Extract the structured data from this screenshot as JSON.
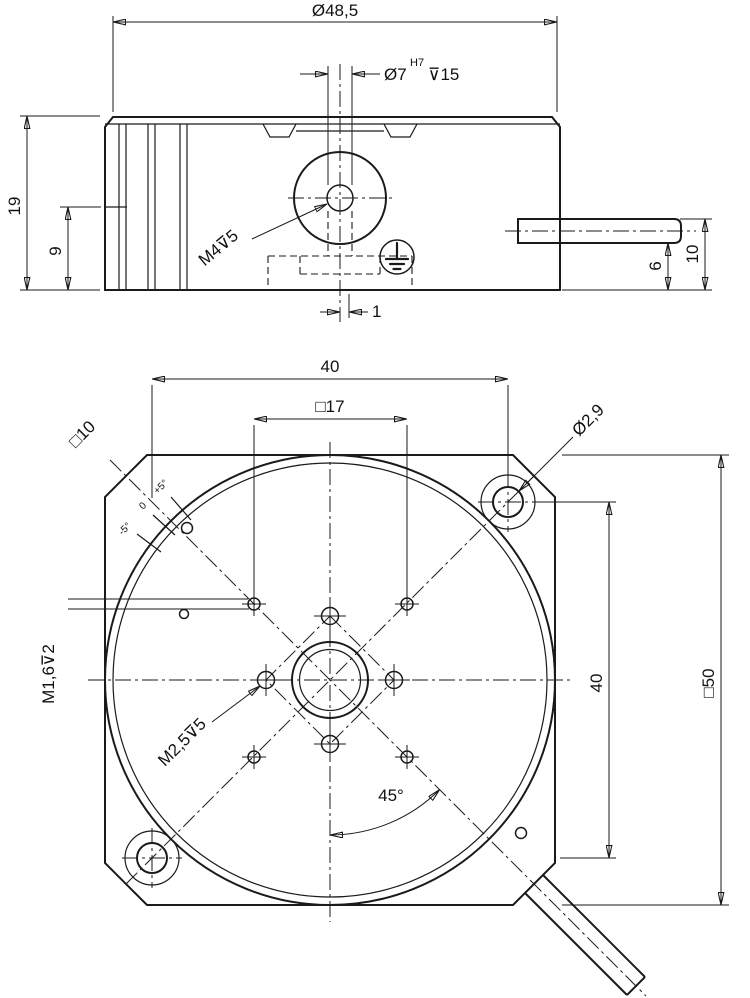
{
  "drawing": {
    "colors": {
      "background": "#ffffff",
      "lines": "#1a1a1a"
    },
    "side_view": {
      "dim_diameter": "Ø48,5",
      "dim_bore": "Ø7",
      "dim_bore_tolerance": "H7",
      "dim_bore_depth": "⊽15",
      "dim_height": "19",
      "dim_step_height": "9",
      "dim_thread_m4": "M4⊽5",
      "dim_cable_height": "10",
      "dim_cable_offset": "6",
      "dim_offset": "1"
    },
    "plan_view": {
      "dim_hole_spacing_h": "40",
      "dim_square_17": "□17",
      "dim_square_10": "□10",
      "dim_corner_hole": "Ø2,9",
      "dim_thread_m16": "M1,6⊽2",
      "dim_thread_m25": "M2,5⊽5",
      "dim_angle": "45°",
      "dim_hole_spacing_v": "40",
      "dim_square_50": "□50",
      "scale_labels": {
        "plus": "+5°",
        "zero": "0",
        "minus": "-5°"
      }
    }
  }
}
